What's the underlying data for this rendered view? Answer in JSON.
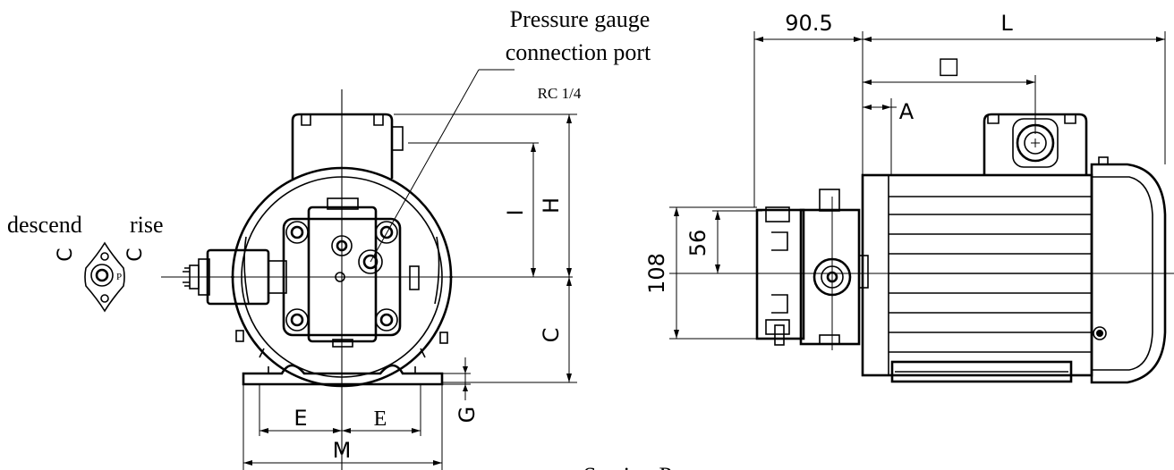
{
  "annotations": {
    "pressure_gauge_line1": "Pressure gauge",
    "pressure_gauge_line2": "connection port",
    "port_thread": "RC 1/4",
    "descend": "descend",
    "rise": "rise",
    "port_symbol_left": "C",
    "port_symbol_right": "C",
    "port_p": "P",
    "section_label": "Section Port"
  },
  "front_view_dims": {
    "E_left": "E",
    "E_right": "E",
    "M": "M",
    "G": "G",
    "C": "C",
    "H": "H",
    "I": "I"
  },
  "side_view_dims": {
    "top_left": "90.5",
    "L": "L",
    "square": "□",
    "A": "A",
    "height_outer": "108",
    "height_inner": "56"
  }
}
